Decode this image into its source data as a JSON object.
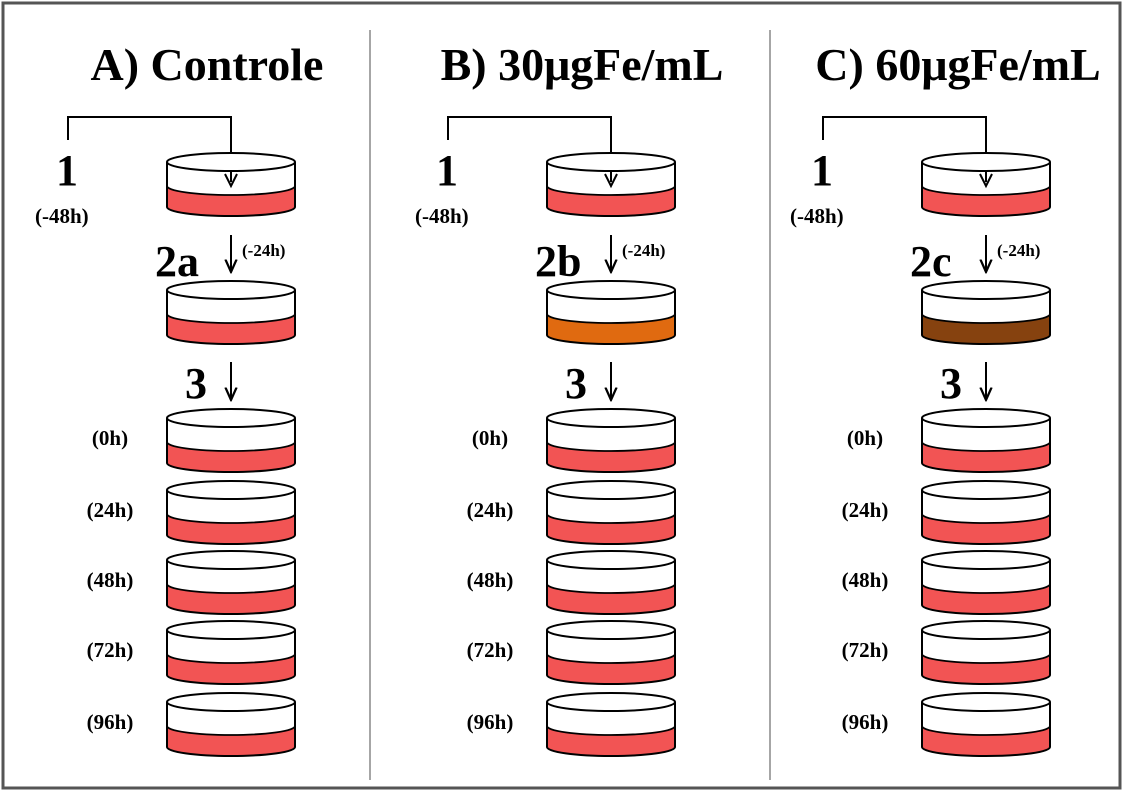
{
  "panels": [
    {
      "title": "A) Controle",
      "step1": "1",
      "step1_time": "(-48h)",
      "step2": "2a",
      "step2_time": "(-24h)",
      "step3": "3",
      "treatment_color": "#f25454",
      "timepoints": [
        "(0h)",
        "(24h)",
        "(48h)",
        "(72h)",
        "(96h)"
      ]
    },
    {
      "title": "B) 30μgFe/mL",
      "step1": "1",
      "step1_time": "(-48h)",
      "step2": "2b",
      "step2_time": "(-24h)",
      "step3": "3",
      "treatment_color": "#e06a10",
      "timepoints": [
        "(0h)",
        "(24h)",
        "(48h)",
        "(72h)",
        "(96h)"
      ]
    },
    {
      "title": "C) 60μgFe/mL",
      "step1": "1",
      "step1_time": "(-48h)",
      "step2": "2c",
      "step2_time": "(-24h)",
      "step3": "3",
      "treatment_color": "#86420f",
      "timepoints": [
        "(0h)",
        "(24h)",
        "(48h)",
        "(72h)",
        "(96h)"
      ]
    }
  ],
  "colors": {
    "medium": "#f25454",
    "dish_outline": "#000000",
    "divider": "#888888",
    "border": "#555555"
  }
}
